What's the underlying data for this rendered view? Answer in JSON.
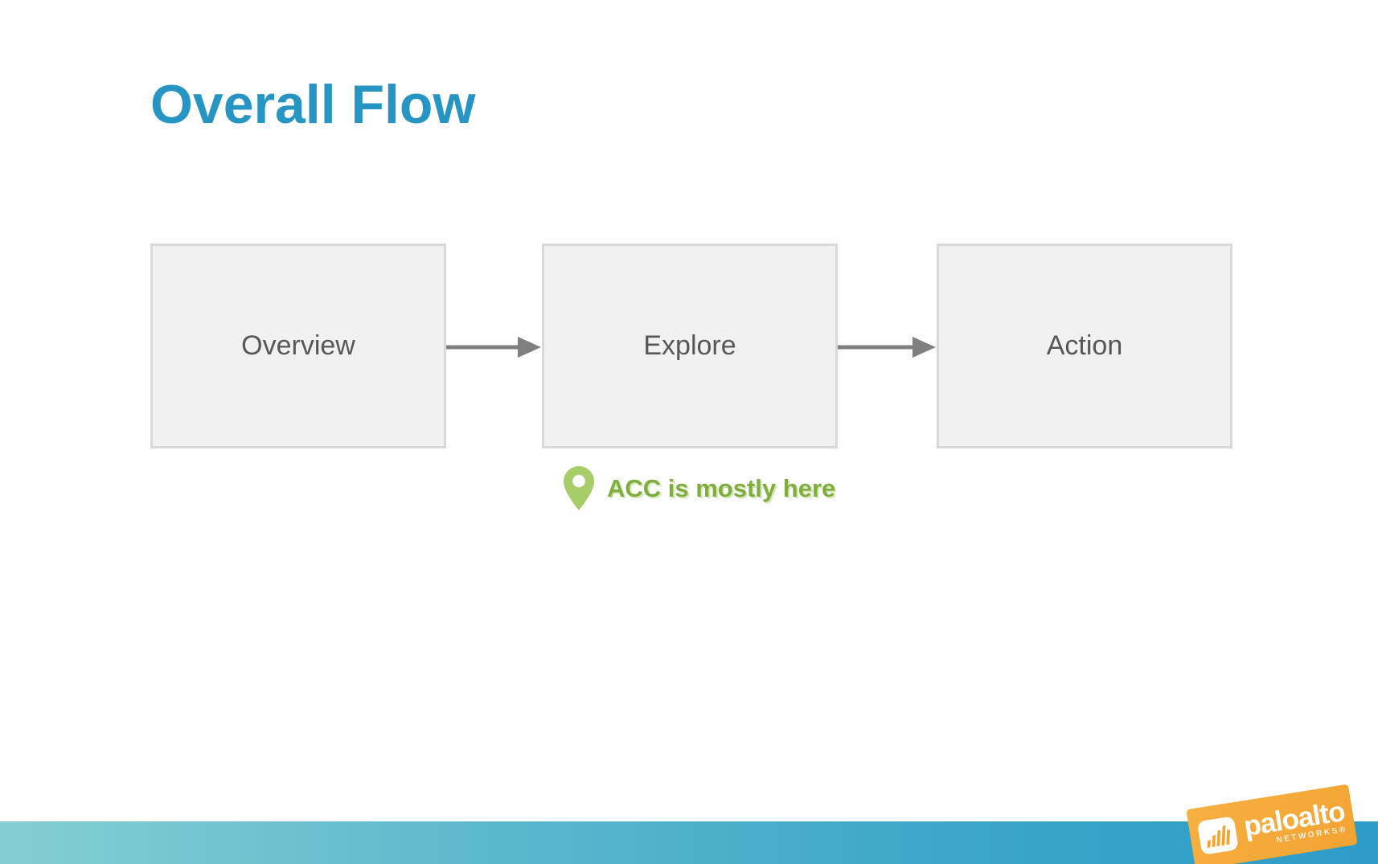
{
  "slide": {
    "title": "Overall Flow",
    "flow": {
      "steps": [
        {
          "label": "Overview"
        },
        {
          "label": "Explore"
        },
        {
          "label": "Action"
        }
      ],
      "connectors": [
        {
          "from": "Overview",
          "to": "Explore",
          "direction": "right"
        },
        {
          "from": "Explore",
          "to": "Action",
          "direction": "right"
        }
      ]
    },
    "annotation": {
      "label": "ACC is mostly here",
      "attached_to": "Explore",
      "icon": "location-pin-icon"
    },
    "logo": {
      "brand": "paloalto",
      "sub": "NETWORKS®",
      "icon": "paloalto-waveform-icon"
    },
    "colors": {
      "title_blue": "#2795c3",
      "box_fill": "#f1f1f1",
      "box_border": "#d9d9d9",
      "box_text": "#575757",
      "arrow_gray": "#7f7f7f",
      "pin_green": "#a6cd68",
      "annotation_green": "#7fae3f",
      "footer_gradient_left": "#84ced3",
      "footer_gradient_right": "#2d9cc7",
      "logo_orange": "#f4a838"
    }
  }
}
